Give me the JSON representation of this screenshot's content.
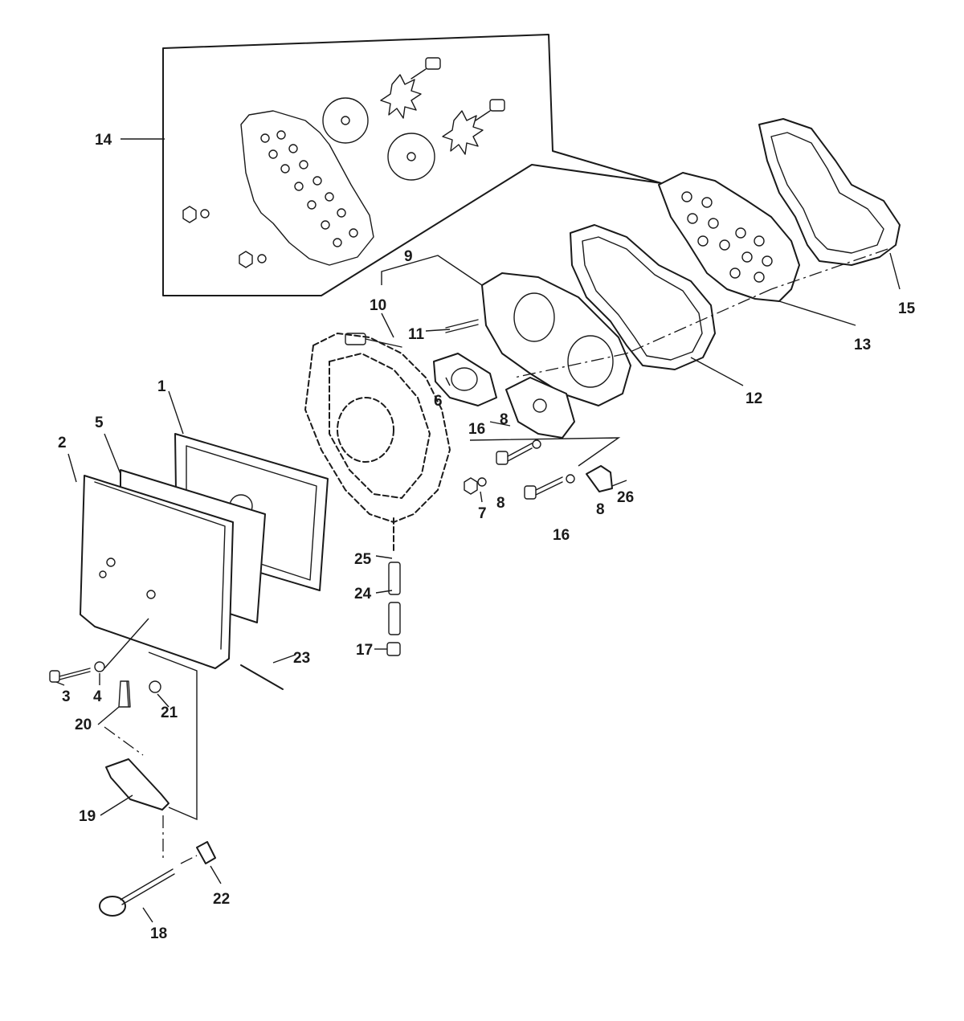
{
  "diagram": {
    "labels": {
      "p1": "1",
      "p2": "2",
      "p3": "3",
      "p4": "4",
      "p5": "5",
      "p6": "6",
      "p7": "7",
      "p8a": "8",
      "p8b": "8",
      "p8c": "8",
      "p9": "9",
      "p10": "10",
      "p11": "11",
      "p12": "12",
      "p13": "13",
      "p14": "14",
      "p15": "15",
      "p16a": "16",
      "p16b": "16",
      "p17": "17",
      "p18": "18",
      "p19": "19",
      "p20": "20",
      "p21": "21",
      "p22": "22",
      "p23": "23",
      "p24": "24",
      "p25": "25",
      "p26": "26"
    }
  }
}
